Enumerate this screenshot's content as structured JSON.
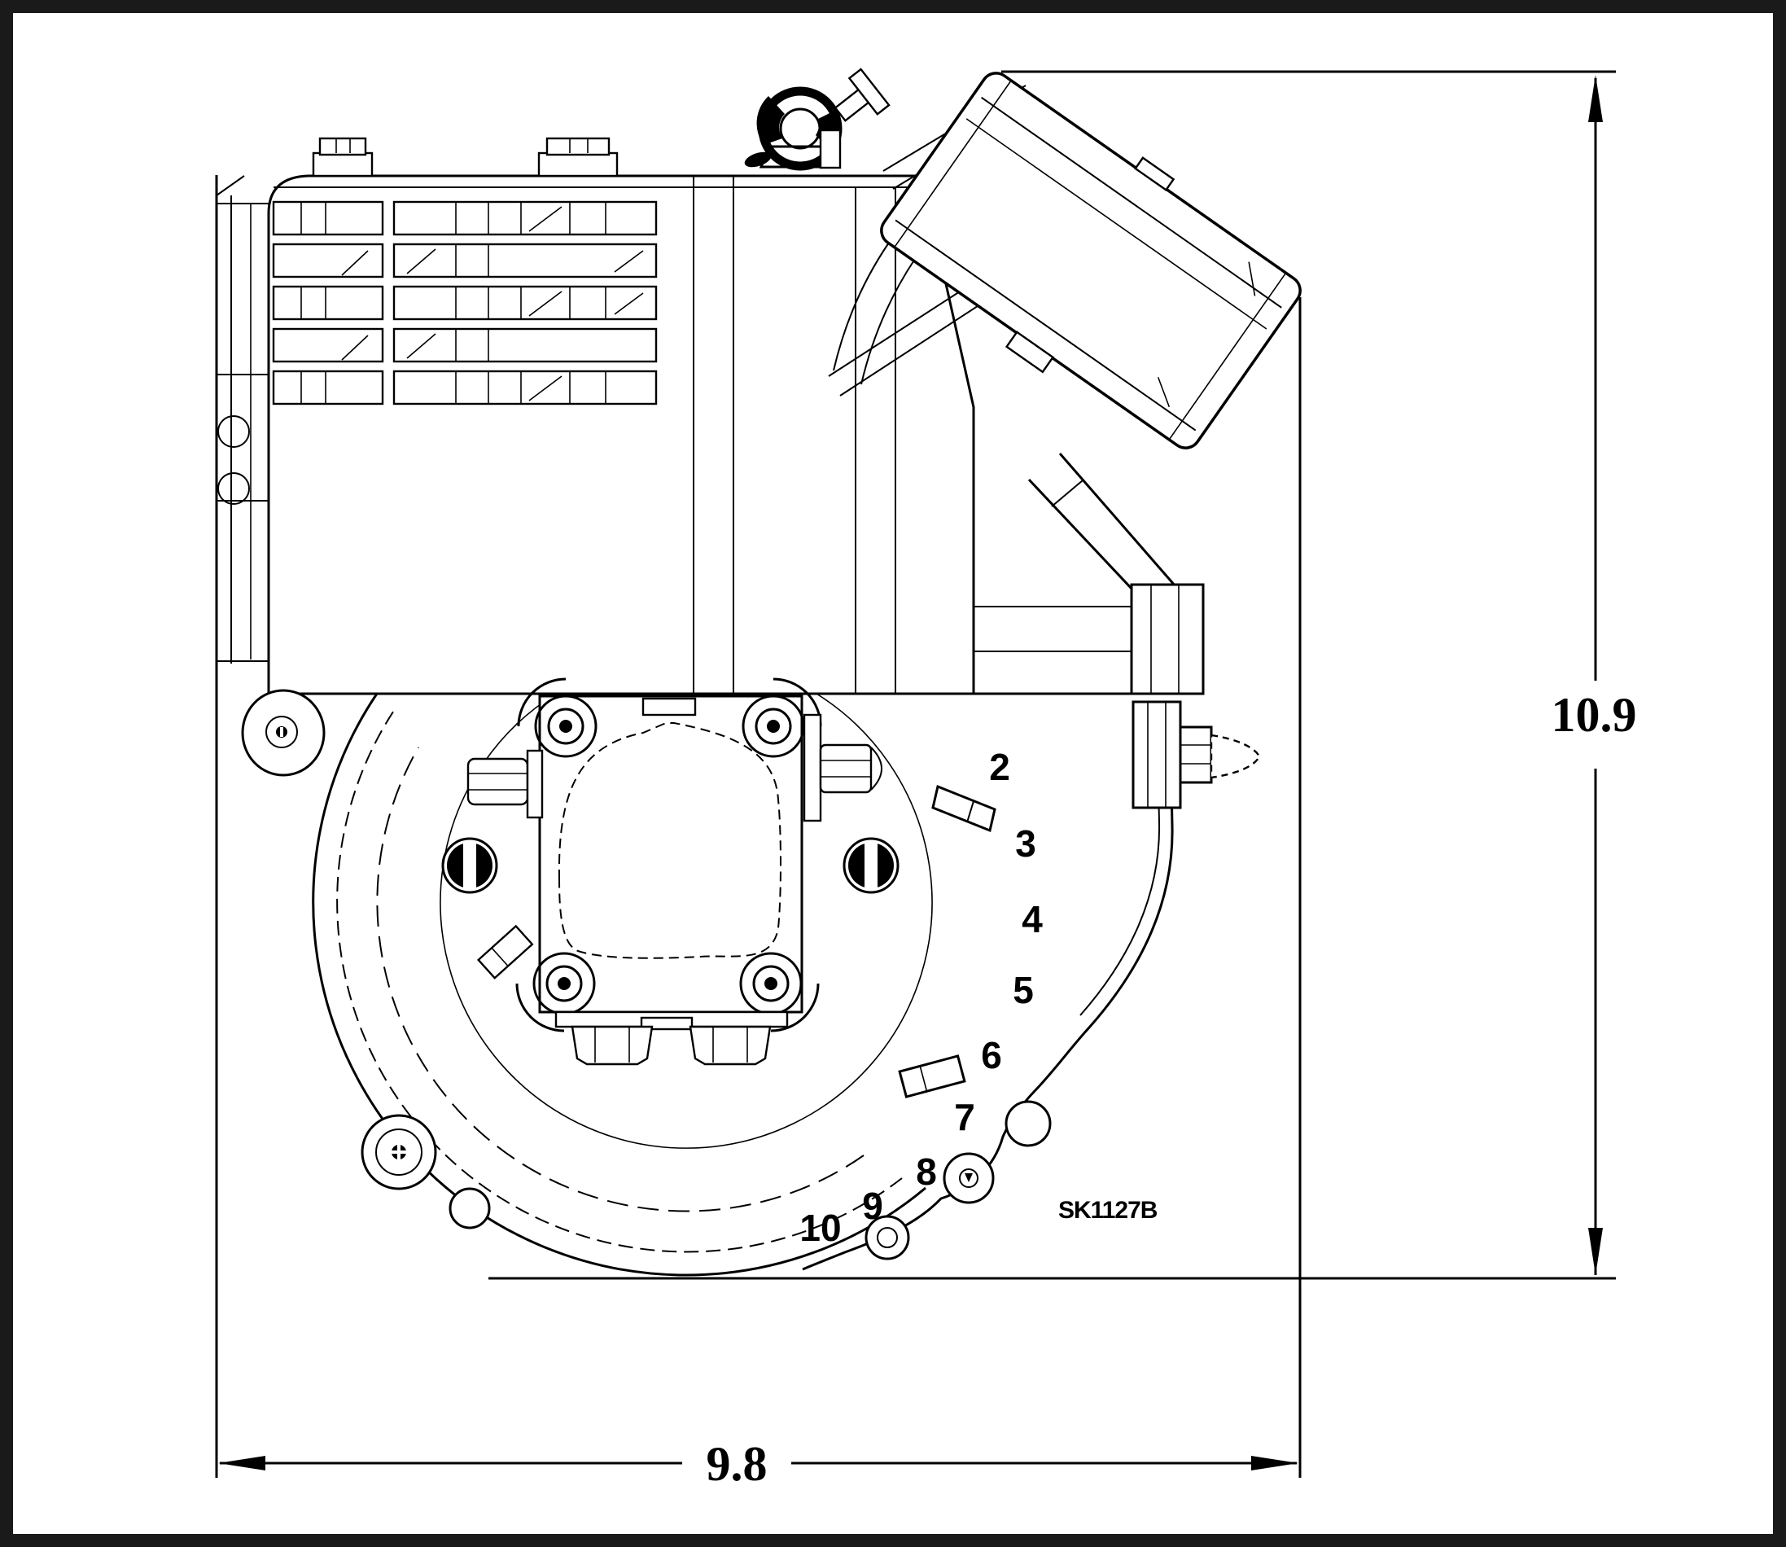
{
  "figure": {
    "kind": "engine-outline-dimension-drawing",
    "drawing_number": "SK1127B"
  },
  "dimensions": {
    "height": {
      "value": "10.9"
    },
    "width": {
      "value": "9.8"
    }
  },
  "callouts": {
    "labels": [
      "2",
      "3",
      "4",
      "5",
      "6",
      "7",
      "8",
      "9",
      "10"
    ]
  },
  "colors": {
    "line": "#000000",
    "background": "#ffffff"
  }
}
